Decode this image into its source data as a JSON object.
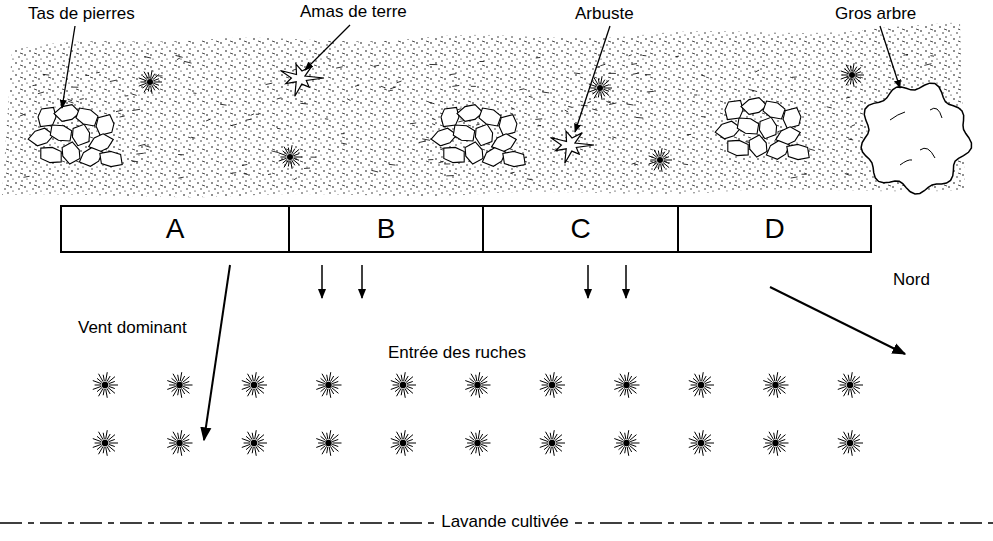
{
  "diagram": {
    "nodes": [
      {
        "text": [
          "A"
        ]
      },
      {
        "text": [
          "B"
        ]
      },
      {
        "text": [
          "C"
        ]
      },
      {
        "text": [
          "D"
        ]
      }
    ],
    "labels": [
      "Tas de pierres",
      "Amas de terre",
      "Arbuste",
      "Gros arbre",
      "Vent dominant",
      "Entrée des ruches",
      "Nord",
      "Lavande cultivée"
    ]
  }
}
